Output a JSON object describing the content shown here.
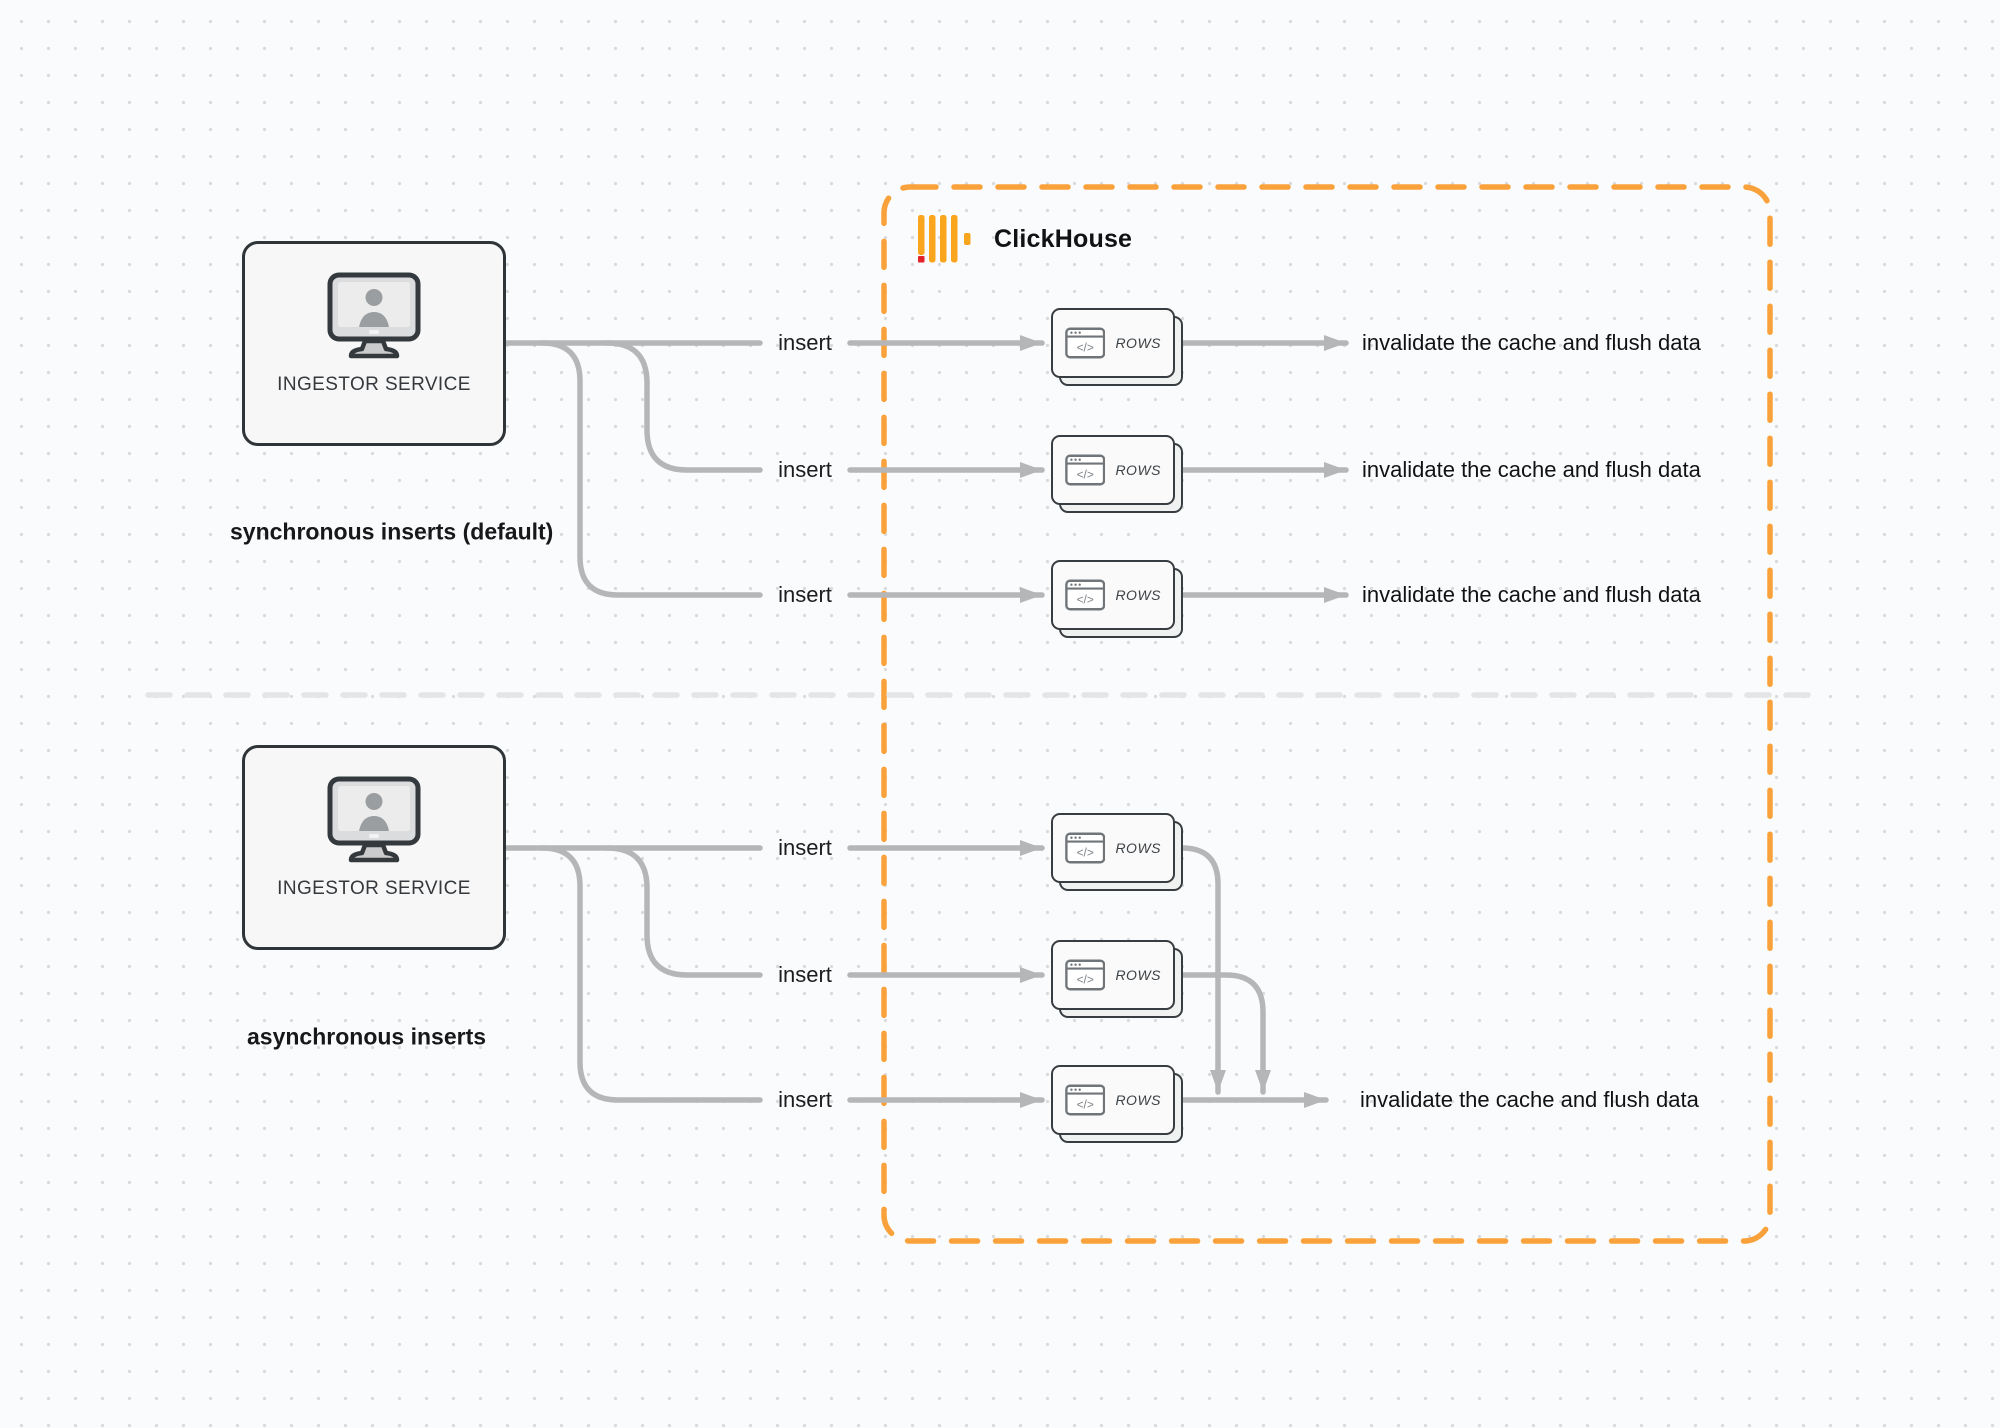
{
  "colors": {
    "accent_orange": "#F9A13A",
    "logo_yellow": "#FAA51E",
    "logo_red": "#E0242A",
    "connector_gray": "#B5B6B7"
  },
  "clickhouse": {
    "label": "ClickHouse"
  },
  "card": {
    "label": "ROWS",
    "icon_glyph": "</>"
  },
  "icons": {
    "service": "monitor-user-icon",
    "card": "browser-code-icon",
    "logo": "clickhouse-bars-icon"
  },
  "sync": {
    "service_label": "INGESTOR SERVICE",
    "caption": "synchronous inserts (default)",
    "rows": [
      {
        "insert_label": "insert",
        "result_label": "invalidate the cache and flush data"
      },
      {
        "insert_label": "insert",
        "result_label": "invalidate the cache and flush data"
      },
      {
        "insert_label": "insert",
        "result_label": "invalidate the cache and flush data"
      }
    ]
  },
  "async": {
    "service_label": "INGESTOR SERVICE",
    "caption": "asynchronous inserts",
    "rows": [
      {
        "insert_label": "insert"
      },
      {
        "insert_label": "insert"
      },
      {
        "insert_label": "insert"
      }
    ],
    "result_label": "invalidate the cache and flush data"
  }
}
